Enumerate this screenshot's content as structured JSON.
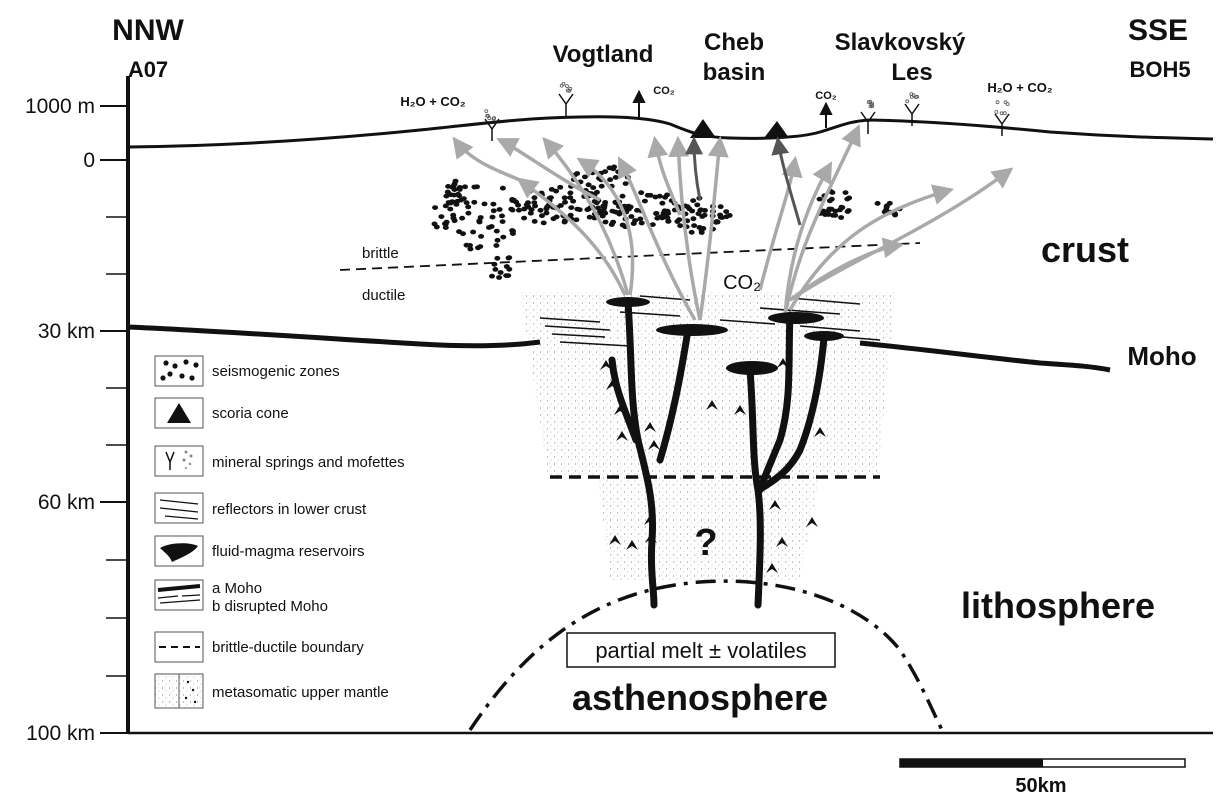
{
  "header": {
    "left_dir": "NNW",
    "left_station": "A07",
    "right_dir": "SSE",
    "right_station": "BOH5",
    "region_vogtland": "Vogtland",
    "region_cheb_1": "Cheb",
    "region_cheb_2": "basin",
    "region_slav_1": "Slavkovský",
    "region_slav_2": "Les"
  },
  "depth_axis": {
    "labels": [
      "1000 m",
      "0",
      "30 km",
      "60 km",
      "100 km"
    ]
  },
  "surface_labels": {
    "h2o_co2_left": "H₂O + CO₂",
    "h2o_co2_right": "H₂O + CO₂",
    "co2_a": "CO₂",
    "co2_b": "CO₂"
  },
  "section_labels": {
    "crust": "crust",
    "moho": "Moho",
    "lithosphere": "lithosphere",
    "asthenosphere": "asthenosphere",
    "brittle": "brittle",
    "ductile": "ductile",
    "co2_center": "CO₂",
    "question": "?",
    "partial_melt": "partial melt ± volatiles"
  },
  "legend": {
    "items": [
      "seismogenic zones",
      "scoria cone",
      "mineral springs and mofettes",
      "reflectors in lower crust",
      "fluid-magma reservoirs",
      "a Moho",
      "b disrupted Moho",
      "brittle-ductile boundary",
      "metasomatic upper mantle"
    ]
  },
  "scale_bar": {
    "label": "50km"
  }
}
